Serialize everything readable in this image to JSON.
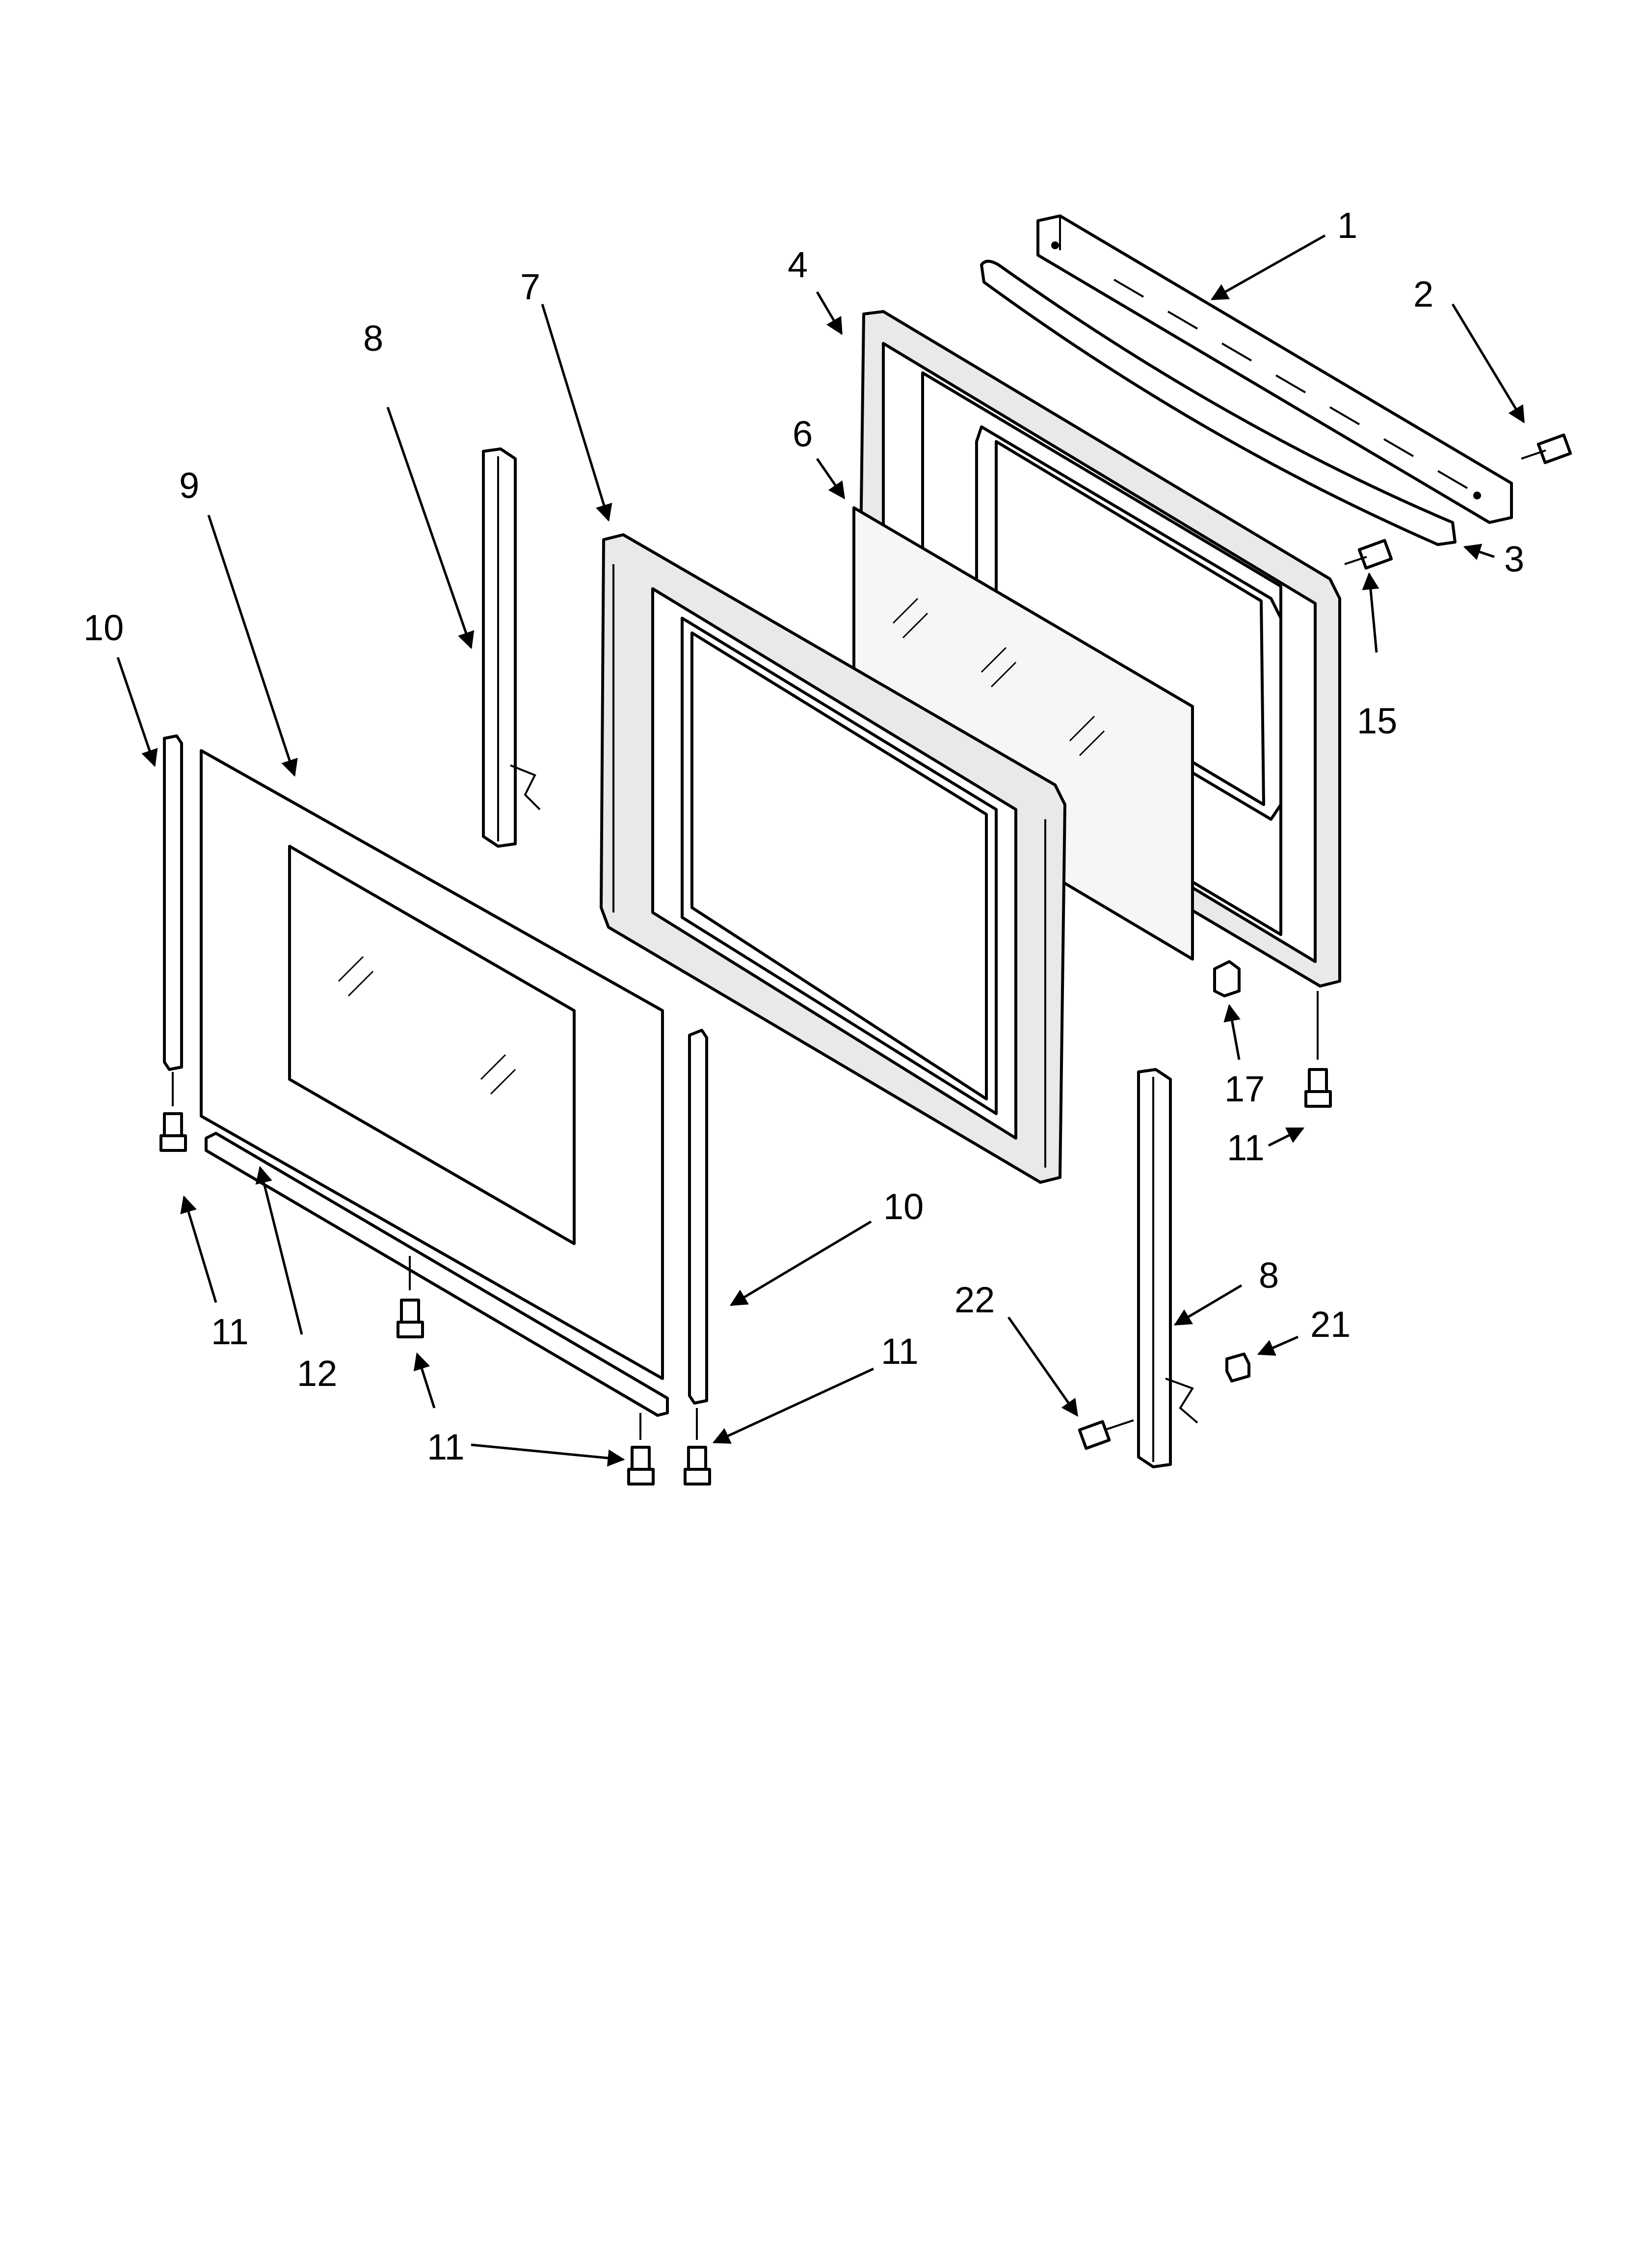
{
  "callouts": [
    {
      "id": "c1",
      "label": "1"
    },
    {
      "id": "c2",
      "label": "2"
    },
    {
      "id": "c3",
      "label": "3"
    },
    {
      "id": "c4",
      "label": "4"
    },
    {
      "id": "c6",
      "label": "6"
    },
    {
      "id": "c7",
      "label": "7"
    },
    {
      "id": "c8a",
      "label": "8"
    },
    {
      "id": "c8b",
      "label": "8"
    },
    {
      "id": "c9",
      "label": "9"
    },
    {
      "id": "c10a",
      "label": "10"
    },
    {
      "id": "c10b",
      "label": "10"
    },
    {
      "id": "c11a",
      "label": "11"
    },
    {
      "id": "c11b",
      "label": "11"
    },
    {
      "id": "c11c",
      "label": "11"
    },
    {
      "id": "c11d",
      "label": "11"
    },
    {
      "id": "c12",
      "label": "12"
    },
    {
      "id": "c15",
      "label": "15"
    },
    {
      "id": "c17",
      "label": "17"
    },
    {
      "id": "c21",
      "label": "21"
    },
    {
      "id": "c22",
      "label": "22"
    }
  ],
  "colors": {
    "line": "#000000",
    "background": "#ffffff",
    "panel_fill": "#e9e9e9"
  }
}
